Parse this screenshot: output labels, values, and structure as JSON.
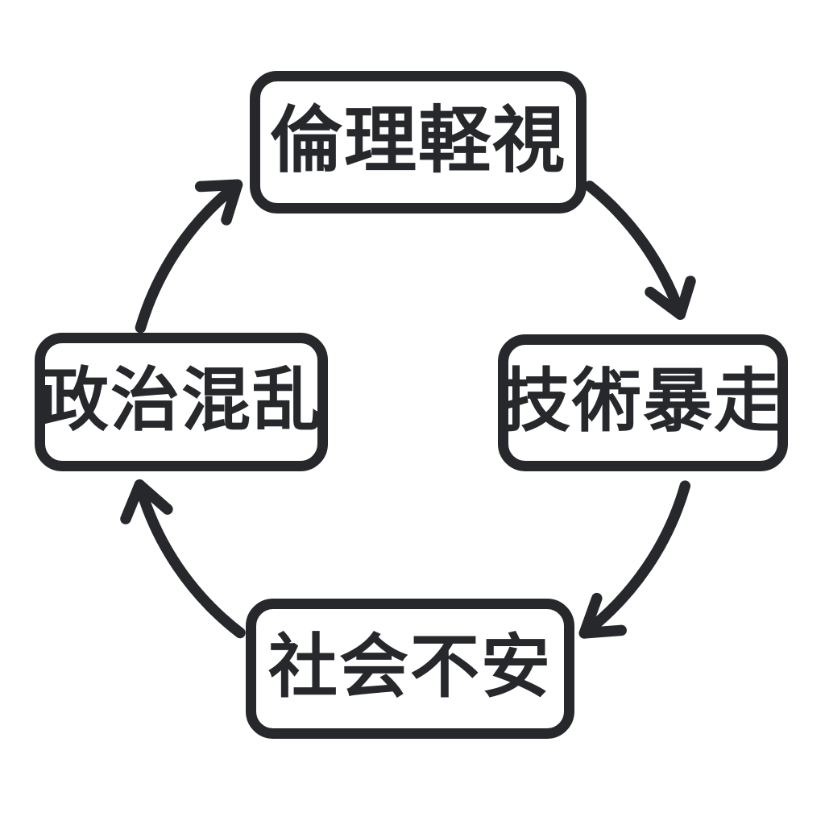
{
  "diagram": {
    "type": "cycle",
    "direction": "clockwise",
    "nodes": [
      {
        "id": "ethics-neglect",
        "label": "倫理軽視",
        "position": "top"
      },
      {
        "id": "tech-runaway",
        "label": "技術暴走",
        "position": "right"
      },
      {
        "id": "social-unrest",
        "label": "社会不安",
        "position": "bottom"
      },
      {
        "id": "political-chaos",
        "label": "政治混乱",
        "position": "left"
      }
    ],
    "edges": [
      {
        "from": "ethics-neglect",
        "to": "tech-runaway"
      },
      {
        "from": "tech-runaway",
        "to": "social-unrest"
      },
      {
        "from": "social-unrest",
        "to": "political-chaos"
      },
      {
        "from": "political-chaos",
        "to": "ethics-neglect"
      }
    ],
    "colors": {
      "stroke": "#26282b",
      "text": "#26282b",
      "box_fill": "#ffffff",
      "background": "#ffffff"
    }
  }
}
